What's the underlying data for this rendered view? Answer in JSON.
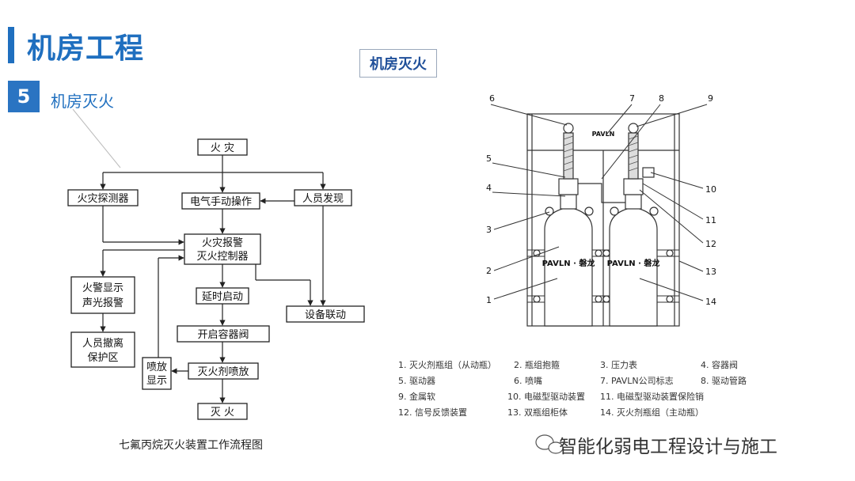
{
  "header": {
    "title": "机房工程",
    "section_number": "5",
    "section_title": "机房灭火"
  },
  "diagram_label": "机房灭火",
  "flowchart": {
    "caption": "七氟丙烷灭火装置工作流程图",
    "nodes": {
      "fire": "火 灾",
      "detector": "火灾探测器",
      "manual": "电气手动操作",
      "people": "人员发现",
      "controller_1": "火灾报警",
      "controller_2": "灭火控制器",
      "alarm_1": "火警显示",
      "alarm_2": "声光报警",
      "delay": "延时启动",
      "linkage": "设备联动",
      "evac_1": "人员撤离",
      "evac_2": "保护区",
      "valve": "开启容器阀",
      "spray_1": "喷放",
      "spray_2": "显示",
      "agent": "灭火剂喷放",
      "extinguish": "灭 火"
    }
  },
  "equipment": {
    "brand_top": "PAVLN",
    "brand_left": "PAVLN · 磐龙",
    "brand_right": "PAVLN · 磐龙",
    "callouts": [
      "1",
      "2",
      "3",
      "4",
      "5",
      "6",
      "7",
      "8",
      "9",
      "10",
      "11",
      "12",
      "13",
      "14"
    ]
  },
  "legend": [
    [
      "1. 灭火剂瓶组（从动瓶）",
      "2. 瓶组抱箍",
      "3. 压力表",
      "4. 容器阀"
    ],
    [
      "5. 驱动器",
      "6. 喷嘴",
      "7. PAVLN公司标志",
      "8. 驱动管路"
    ],
    [
      "9. 金属软",
      "10. 电磁型驱动装置",
      "11. 电磁型驱动装置保险销",
      ""
    ],
    [
      "12. 信号反馈装置",
      "13. 双瓶组柜体",
      "14. 灭火剂瓶组（主动瓶）",
      ""
    ]
  ],
  "watermark": "智能化弱电工程设计与施工"
}
